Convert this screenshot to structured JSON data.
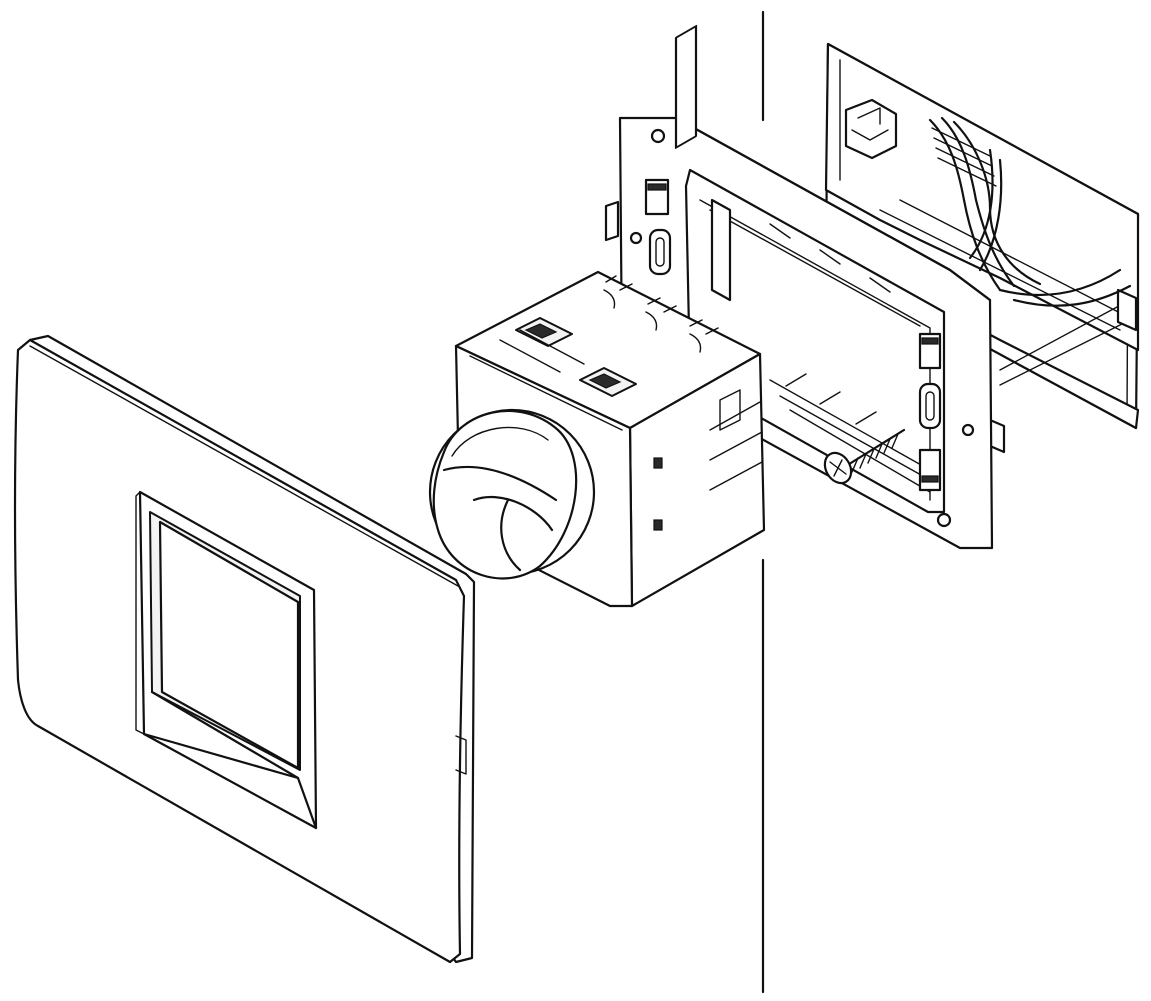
{
  "diagram": {
    "type": "exploded-assembly-line-drawing",
    "components": [
      {
        "id": "cover-plate",
        "icon": "square-frame-icon"
      },
      {
        "id": "motion-sensor-module",
        "icon": "motion-sensor-icon"
      },
      {
        "id": "mounting-frame",
        "icon": "frame-icon"
      },
      {
        "id": "fixing-screw",
        "icon": "screw-icon"
      },
      {
        "id": "wall-box",
        "icon": "box-icon"
      }
    ],
    "colors": {
      "stroke": "#111111",
      "background": "#ffffff"
    }
  }
}
